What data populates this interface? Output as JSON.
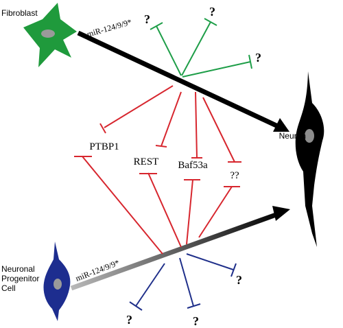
{
  "cells": {
    "fibroblast": {
      "label": "Fibroblast",
      "color": "#1f9a3c"
    },
    "neuron": {
      "label": "Neuron",
      "color": "#000000"
    },
    "progenitor": {
      "label_lines": [
        "Neuronal",
        "Progenitor",
        "Cell"
      ],
      "color": "#1d2d8f"
    }
  },
  "arrows": {
    "top": {
      "label": "miR-124/9/9*"
    },
    "bottom": {
      "label": "miR-124/9/9*"
    }
  },
  "targets": {
    "ptbp1": "PTBP1",
    "rest": "REST",
    "baf53a": "Baf53a",
    "unknown": "??"
  },
  "unknowns": {
    "mark": "?",
    "green_color": "#1e9e48",
    "blue_color": "#1f2f8a",
    "red_color": "#d7262e"
  }
}
